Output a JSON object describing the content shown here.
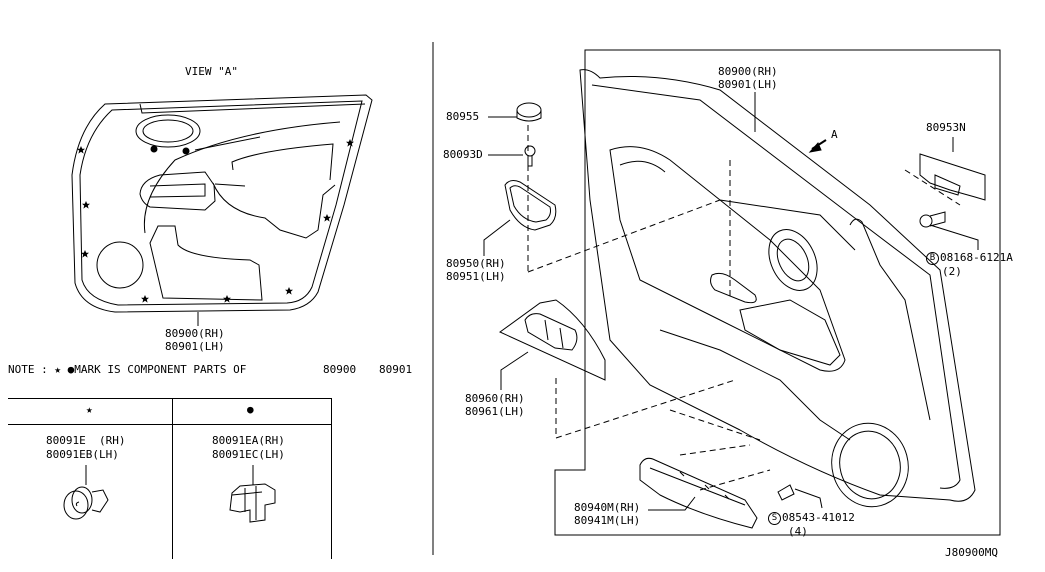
{
  "diagram_code": "J80900MQ",
  "view_a": {
    "title": "VIEW \"A\"",
    "trim_label_rh": "80900(RH)",
    "trim_label_lh": "80901(LH)"
  },
  "note": {
    "text": "NOTE : ★ ●MARK IS COMPONENT PARTS OF",
    "part1": "80900",
    "part2": "80901"
  },
  "legend_table": {
    "columns": [
      {
        "symbol": "★",
        "label_rh": "80091E  (RH)",
        "label_lh": "80091EB(LH)",
        "icon": "trim-clip-icon"
      },
      {
        "symbol": "●",
        "label_rh": "80091EA(RH)",
        "label_lh": "80091EC(LH)",
        "icon": "retainer-clip-icon"
      }
    ]
  },
  "parts": {
    "cap": "80955",
    "screw": "80093D",
    "pull_handle_rh": "80950(RH)",
    "pull_handle_lh": "80951(LH)",
    "switch_finisher_rh": "80960(RH)",
    "switch_finisher_lh": "80961(LH)",
    "door_trim_rh": "80900(RH)",
    "door_trim_lh": "80901(LH)",
    "bracket": "80953N",
    "bolt": "08168-6121A",
    "bolt_qty": "(2)",
    "bolt_prefix": "B",
    "armrest_rh": "80940M(RH)",
    "armrest_lh": "80941M(LH)",
    "screw2": "08543-41012",
    "screw2_qty": "(4)",
    "screw2_prefix": "S",
    "view_arrow": "A"
  }
}
